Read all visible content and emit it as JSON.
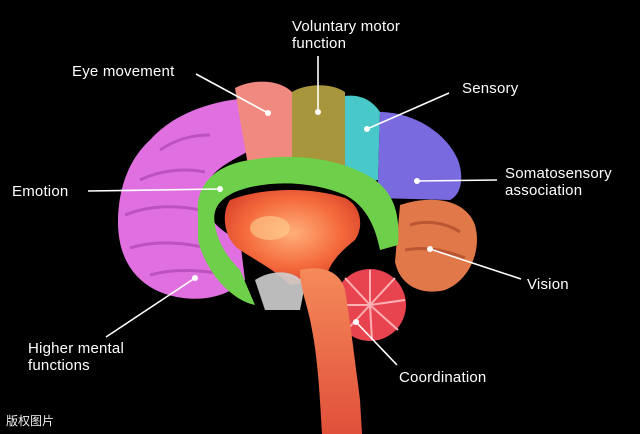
{
  "labels": {
    "voluntary_motor": [
      "Voluntary motor",
      "function"
    ],
    "eye_movement": "Eye movement",
    "sensory": "Sensory",
    "emotion": "Emotion",
    "somatosensory": [
      "Somatosensory",
      "association"
    ],
    "vision": "Vision",
    "higher_mental": [
      "Higher mental",
      "functions"
    ],
    "coordination": "Coordination"
  },
  "watermark": "版权图片",
  "colors": {
    "background": "#000000",
    "frontal": "#e070e0",
    "eye_movement_region": "#f08a80",
    "motor": "#a8963c",
    "sensory_region": "#48c8c8",
    "somatosensory_region": "#7a6ae0",
    "vision_region": "#e0784a",
    "limbic": "#6ed04a",
    "core": "#f0603c",
    "cerebellum": "#e84450",
    "brainstem": "#f07048",
    "leader_line": "#ffffff"
  }
}
